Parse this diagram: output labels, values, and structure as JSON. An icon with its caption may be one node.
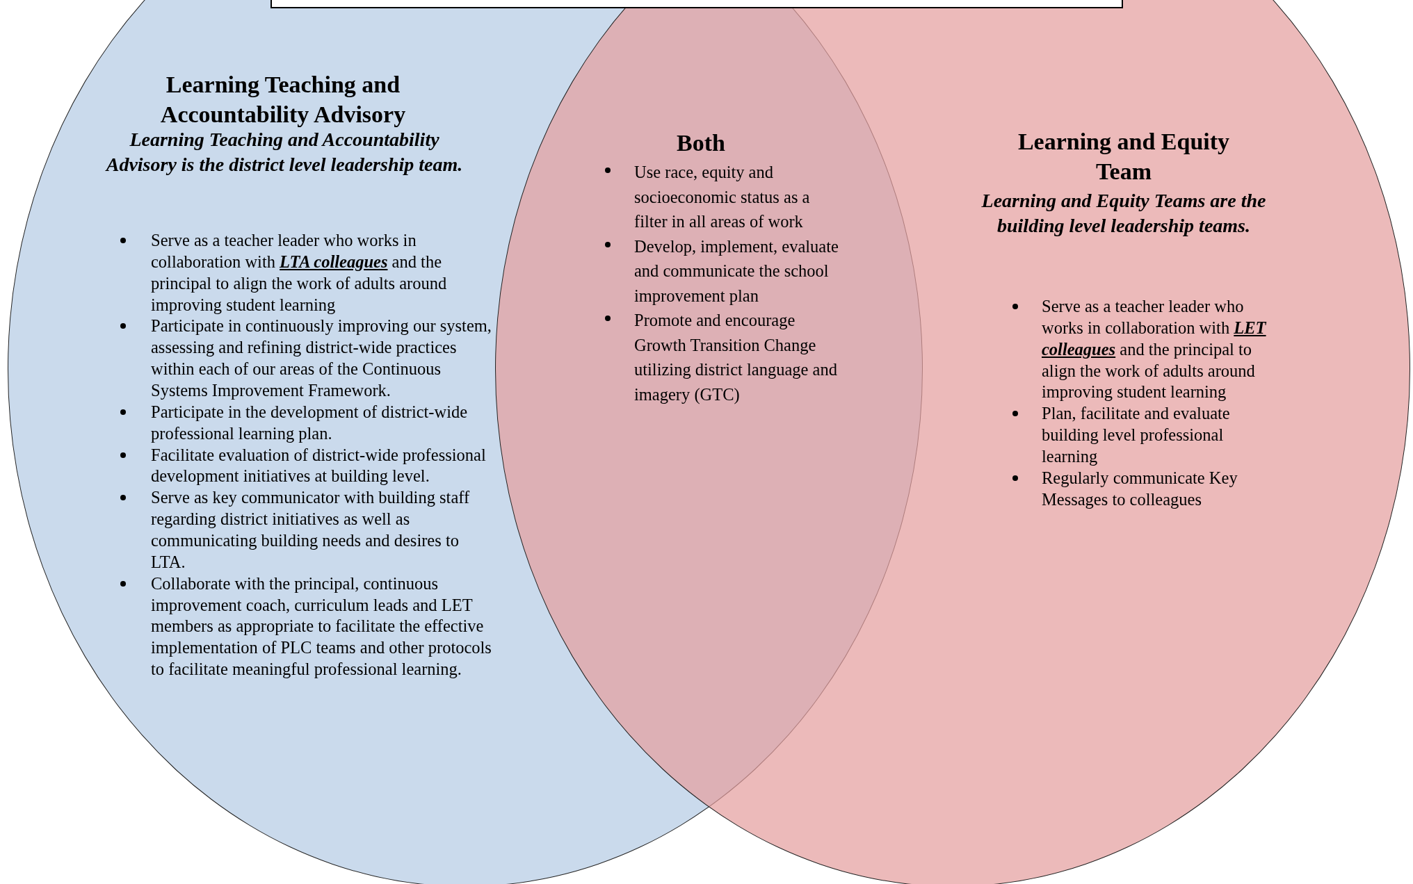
{
  "diagram": {
    "nodes": [
      {
        "text": [
          "Learning Teaching and Accountability Advisory",
          "Learning Teaching and Accountability Advisory is the district level leadership team.",
          "Serve as a teacher leader who works in collaboration with **LTA colleagues** and the principal to align the work of adults around improving student learning",
          "Participate in continuously improving our system, assessing and refining district-wide practices within each of our areas of the Continuous Systems Improvement Framework.",
          "Participate in the development of district-wide professional learning plan.",
          "Facilitate evaluation of district-wide professional development initiatives at building level.",
          "Serve as key communicator with building staff regarding district initiatives as well as communicating building needs and desires to LTA.",
          "Collaborate with the principal, continuous improvement coach, curriculum leads and LET members as appropriate to facilitate the effective implementation of PLC teams and other protocols to facilitate meaningful professional learning."
        ]
      },
      {
        "text": [
          "Learning and Equity Team",
          "Learning and Equity Teams are the building level leadership teams.",
          "Serve as a teacher leader who works in collaboration with **LET colleagues** and the principal to align the work of adults around improving student learning",
          "Plan, facilitate and evaluate building level professional learning",
          "Regularly communicate Key Messages to colleagues"
        ]
      },
      {
        "text": [
          "Both",
          "Use race, equity and socioeconomic status as a filter in all areas of work",
          "Develop, implement, evaluate and communicate the school improvement plan",
          "Promote and encourage Growth Transition Change utilizing district language and imagery (GTC)"
        ]
      }
    ]
  }
}
